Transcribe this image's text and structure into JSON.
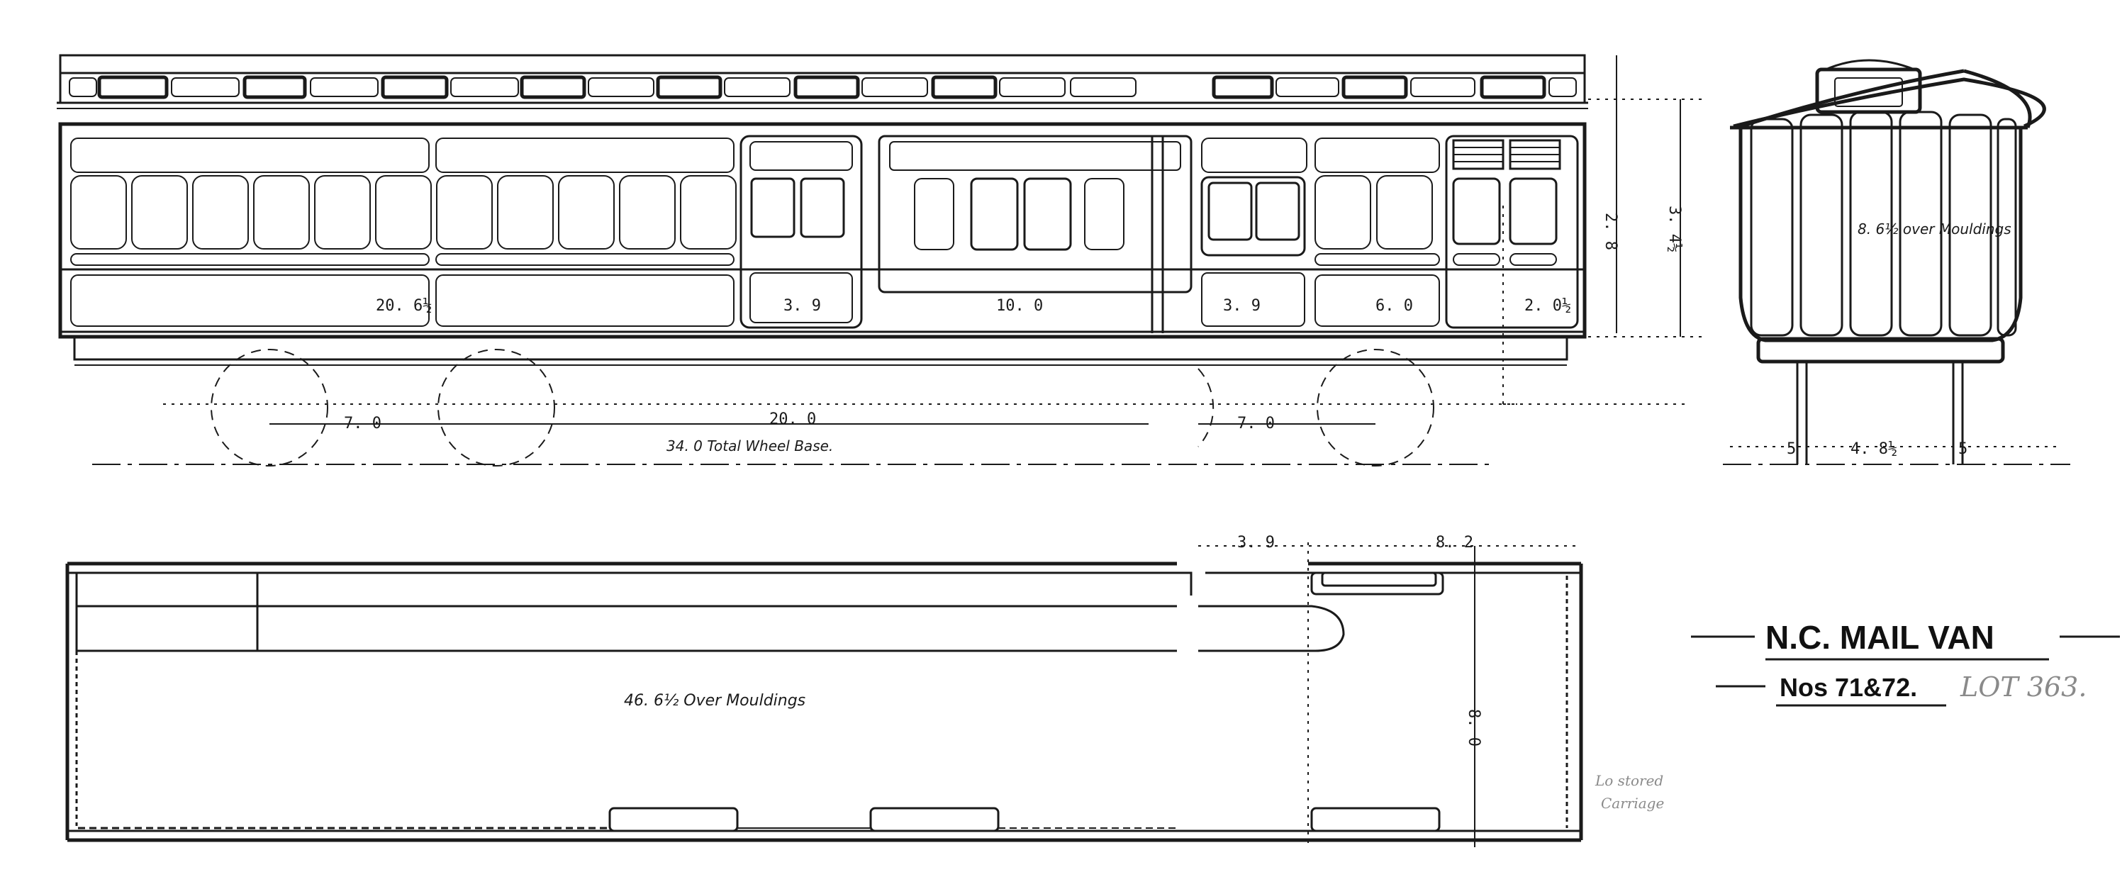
{
  "title": {
    "main": "N.C. MAIL VAN",
    "numbers": "Nos 71&72.",
    "lot": "LOT 363."
  },
  "side_elevation": {
    "dims": {
      "d1": "20. 6½",
      "d2": "3. 9",
      "d3": "10. 0",
      "d4": "3. 9",
      "d5": "6. 0",
      "d6": "2. 0½",
      "height1": "2. 8",
      "height2": "3. 4½"
    },
    "wheel_dims": {
      "left": "7. 0",
      "centre": "20. 0",
      "right": "7. 0",
      "total": "34. 0 Total Wheel Base."
    }
  },
  "end_elevation": {
    "width_label": "8. 6½ over Mouldings",
    "gauge_left": "5",
    "gauge_centre": "4. 8½",
    "gauge_right": "5"
  },
  "plan": {
    "length_label": "46. 6½ Over Mouldings",
    "top_dim_1": "3. 9",
    "top_dim_2": "8. 2",
    "width": "8. 0"
  },
  "pencil_notes": {
    "note1": "Lo stored",
    "note2": "Carriage"
  }
}
